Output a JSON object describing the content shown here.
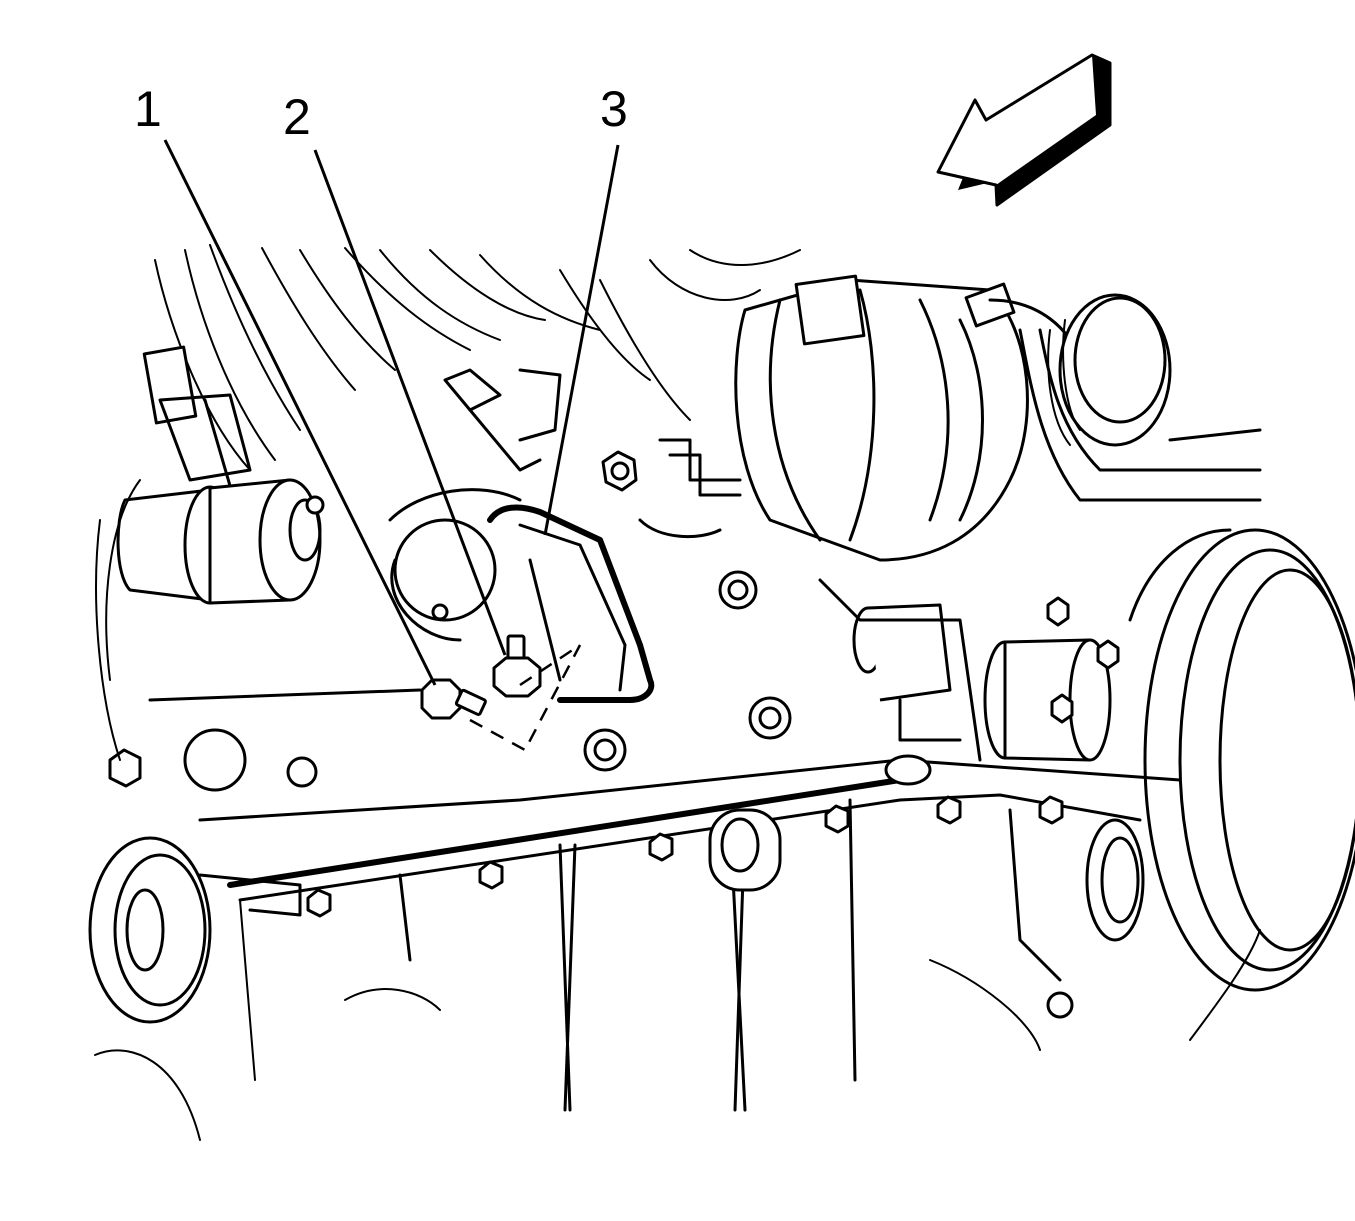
{
  "callouts": [
    {
      "number": "1"
    },
    {
      "number": "2"
    },
    {
      "number": "3"
    }
  ],
  "icons": {
    "direction_arrow": "forward-direction-arrow-icon"
  }
}
